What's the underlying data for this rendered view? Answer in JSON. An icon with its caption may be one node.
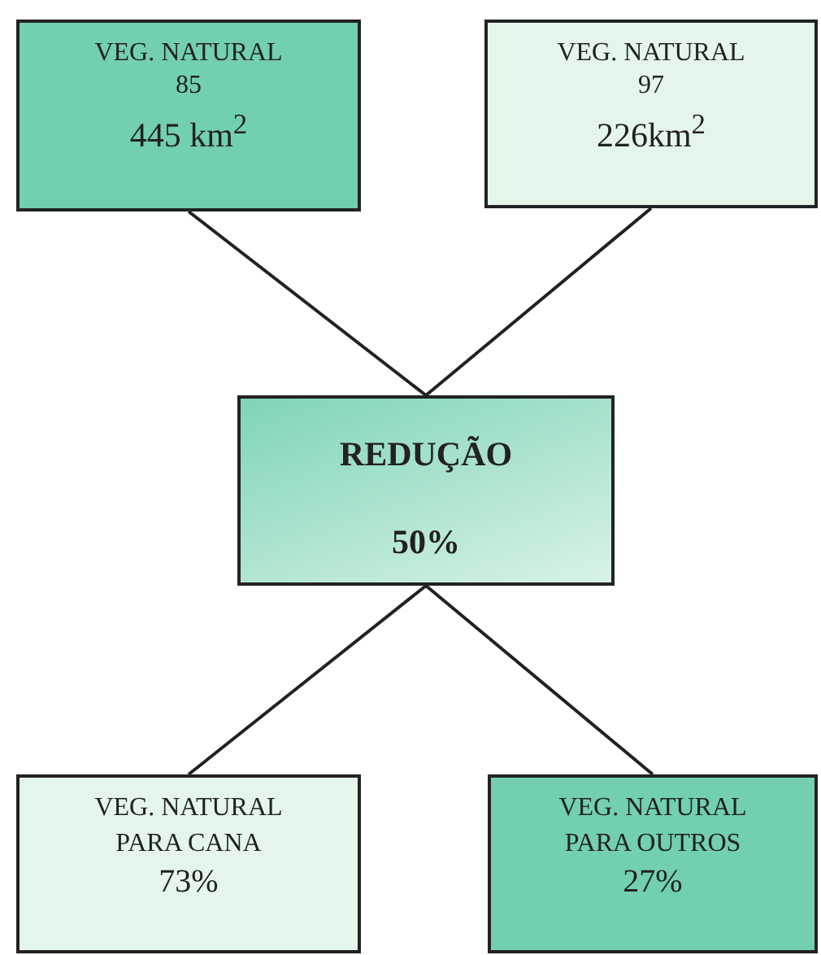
{
  "diagram": {
    "nodes": [
      {
        "text": [
          "VEG. NATURAL",
          "85",
          "445 km$^{2}$"
        ]
      },
      {
        "text": [
          "VEG. NATURAL",
          "97",
          "226km$^{2}$"
        ]
      },
      {
        "text": [
          "REDUÇÃO",
          "50%"
        ]
      },
      {
        "text": [
          "VEG. NATURAL PARA CANA",
          "73%"
        ]
      },
      {
        "text": [
          "VEG. NATURAL PARA OUTROS",
          "27%"
        ]
      }
    ],
    "edges": [
      {
        "from": 0,
        "to": 2,
        "arrow": "none"
      },
      {
        "from": 1,
        "to": 2,
        "arrow": "none"
      },
      {
        "from": 2,
        "to": 3,
        "arrow": "none"
      },
      {
        "from": 2,
        "to": 4,
        "arrow": "none"
      }
    ]
  }
}
